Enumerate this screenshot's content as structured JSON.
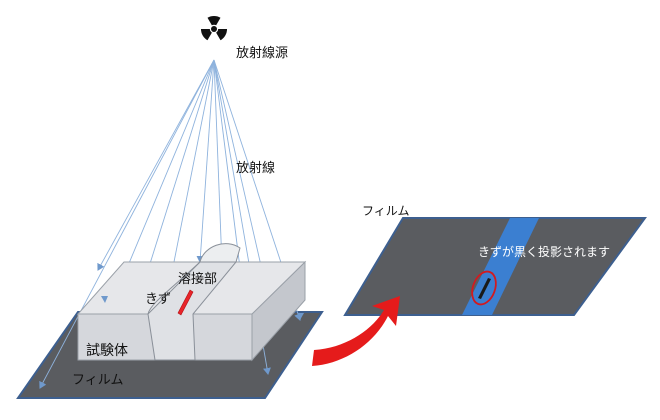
{
  "labels": {
    "source": "放射線源",
    "radiation": "放射線",
    "weld": "溶接部",
    "flaw": "きず",
    "specimen": "試験体",
    "film_bottom": "フィルム",
    "film_right": "フィルム",
    "result": "きずが黒く投影されます"
  },
  "icons": {
    "source": "radiation-trefoil-icon",
    "arrow": "curved-arrow-icon"
  },
  "colors": {
    "film": "#5a5c60",
    "film_edge": "#3d5f8f",
    "specimen_top": "#e6e7ea",
    "specimen_front": "#d5d7dc",
    "specimen_side": "#c4c7cd",
    "weld": "#dfe1e5",
    "ray": "#8fb3dd",
    "flaw": "#e8242a",
    "projected_band": "#3b7fd1",
    "arrow": "#e51b1b"
  }
}
